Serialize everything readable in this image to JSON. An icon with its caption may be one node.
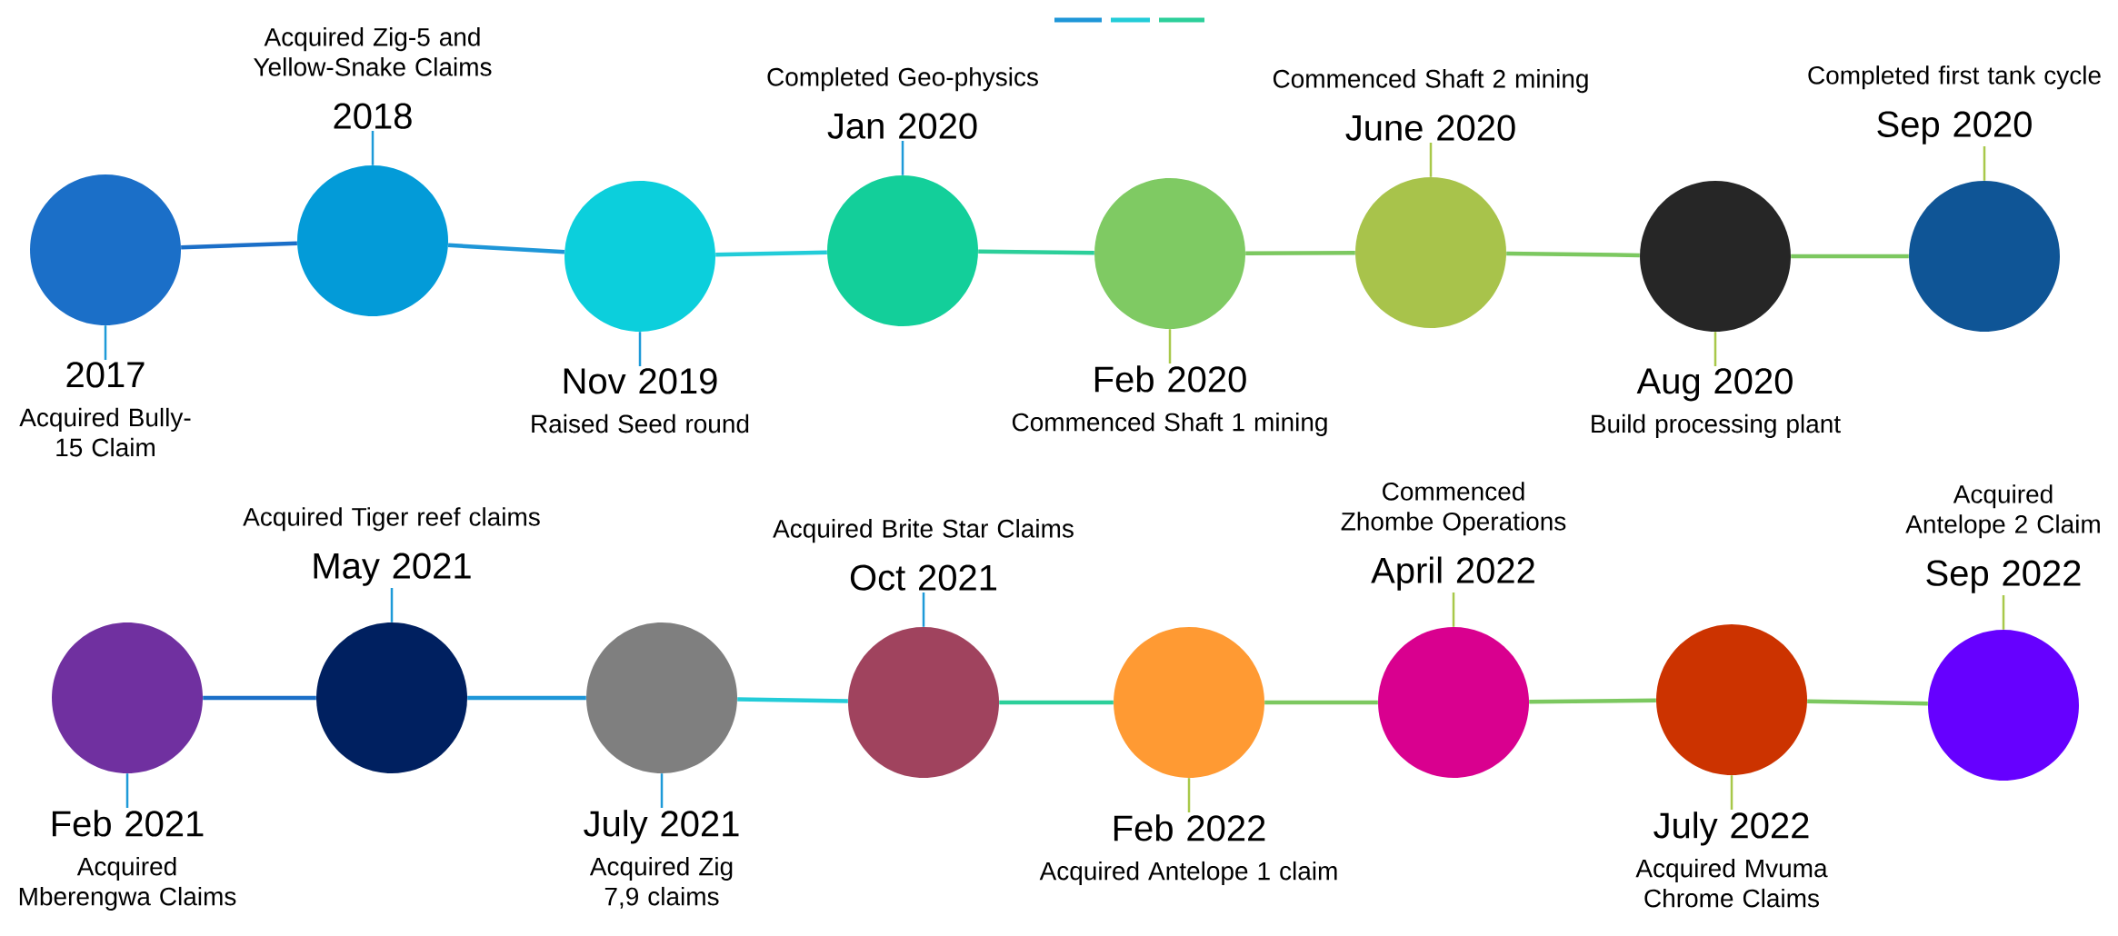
{
  "diagram": {
    "nodes": [
      {
        "text": [],
        "shape": "circle"
      },
      {
        "text": [
          "2017",
          "Acquired Bully-15 Claim"
        ]
      },
      {
        "text": [],
        "shape": "circle"
      },
      {
        "text": [
          "Acquired Zig-5 and Yellow-Snake Claims",
          "2018"
        ]
      },
      {
        "text": [],
        "shape": "circle"
      },
      {
        "text": [
          "Nov 2019",
          "Raised Seed round"
        ]
      },
      {
        "text": [],
        "shape": "circle"
      },
      {
        "text": [
          "Completed Geo-physics",
          "Jan 2020"
        ]
      },
      {
        "text": [],
        "shape": "circle"
      },
      {
        "text": [
          "Feb 2020",
          "Commenced Shaft 1 mining"
        ]
      },
      {
        "text": [],
        "shape": "circle"
      },
      {
        "text": [
          "Commenced Shaft 2 mining",
          "June 2020"
        ]
      },
      {
        "text": [],
        "shape": "circle"
      },
      {
        "text": [
          "Aug 2020",
          "Build processing plant"
        ]
      },
      {
        "text": [],
        "shape": "circle"
      },
      {
        "text": [
          "Completed first tank cycle",
          "Sep 2020"
        ]
      },
      {
        "text": [],
        "shape": "circle"
      },
      {
        "text": [
          "Feb 2021",
          "Acquired Mberengwa Claims"
        ]
      },
      {
        "text": [],
        "shape": "circle"
      },
      {
        "text": [
          "Acquired Tiger reef claims",
          "May 2021"
        ]
      },
      {
        "text": [],
        "shape": "circle"
      },
      {
        "text": [
          "July 2021",
          "Acquired Zig 7,9 claims"
        ]
      },
      {
        "text": [],
        "shape": "circle"
      },
      {
        "text": [
          "Acquired Brite Star Claims",
          "Oct 2021"
        ]
      },
      {
        "text": [],
        "shape": "circle"
      },
      {
        "text": [
          "Feb 2022",
          "Acquired Antelope 1 claim"
        ]
      },
      {
        "text": [],
        "shape": "circle"
      },
      {
        "text": [
          "Commenced Zhombe Operations",
          "April 2022"
        ]
      },
      {
        "text": [],
        "shape": "circle"
      },
      {
        "text": [
          "July 2022",
          "Acquired Mvuma Chrome Claims"
        ]
      },
      {
        "text": [],
        "shape": "circle"
      },
      {
        "text": [
          "Acquired Antelope 2 Claim",
          "Sep 2022"
        ]
      }
    ],
    "edges": [
      {
        "from": 0,
        "to": 2,
        "arrow": "none",
        "color": "#1b6fc8"
      },
      {
        "from": 2,
        "to": 4,
        "arrow": "none",
        "color": "#1e96d8"
      },
      {
        "from": 4,
        "to": 6,
        "arrow": "none",
        "color": "#23ccd8"
      },
      {
        "from": 6,
        "to": 8,
        "arrow": "none",
        "color": "#2ccf9a"
      },
      {
        "from": 8,
        "to": 10,
        "arrow": "none",
        "color": "#7cc860"
      },
      {
        "from": 10,
        "to": 12,
        "arrow": "none",
        "color": "#7cc860"
      },
      {
        "from": 12,
        "to": 14,
        "arrow": "none",
        "color": "#7cc860"
      },
      {
        "from": 16,
        "to": 18,
        "arrow": "none",
        "color": "#1b6fc8"
      },
      {
        "from": 18,
        "to": 20,
        "arrow": "none",
        "color": "#1e96d8"
      },
      {
        "from": 20,
        "to": 22,
        "arrow": "none",
        "color": "#23ccd8"
      },
      {
        "from": 22,
        "to": 24,
        "arrow": "none",
        "color": "#2ccf9a"
      },
      {
        "from": 24,
        "to": 26,
        "arrow": "none",
        "color": "#7cc860"
      },
      {
        "from": 26,
        "to": 28,
        "arrow": "none",
        "color": "#7cc860"
      },
      {
        "from": 28,
        "to": 30,
        "arrow": "none",
        "color": "#7cc860"
      },
      {
        "from": 1,
        "to": 0,
        "arrow": "none",
        "color": "#1e9ad8"
      },
      {
        "from": 3,
        "to": 2,
        "arrow": "none",
        "color": "#1e9ad8"
      },
      {
        "from": 5,
        "to": 4,
        "arrow": "none",
        "color": "#1e9ad8"
      },
      {
        "from": 7,
        "to": 6,
        "arrow": "none",
        "color": "#1e9ad8"
      },
      {
        "from": 9,
        "to": 8,
        "arrow": "none",
        "color": "#a8c84a"
      },
      {
        "from": 11,
        "to": 10,
        "arrow": "none",
        "color": "#a8c84a"
      },
      {
        "from": 13,
        "to": 12,
        "arrow": "none",
        "color": "#a8c84a"
      },
      {
        "from": 15,
        "to": 14,
        "arrow": "none",
        "color": "#a8c84a"
      },
      {
        "from": 17,
        "to": 16,
        "arrow": "none",
        "color": "#1e9ad8"
      },
      {
        "from": 19,
        "to": 18,
        "arrow": "none",
        "color": "#1e9ad8"
      },
      {
        "from": 21,
        "to": 20,
        "arrow": "none",
        "color": "#1e9ad8"
      },
      {
        "from": 23,
        "to": 22,
        "arrow": "none",
        "color": "#1e9ad8"
      },
      {
        "from": 25,
        "to": 24,
        "arrow": "none",
        "color": "#a8c84a"
      },
      {
        "from": 27,
        "to": 26,
        "arrow": "none",
        "color": "#a8c84a"
      },
      {
        "from": 29,
        "to": 28,
        "arrow": "none",
        "color": "#a8c84a"
      },
      {
        "from": 31,
        "to": 30,
        "arrow": "none",
        "color": "#a8c84a"
      }
    ]
  }
}
